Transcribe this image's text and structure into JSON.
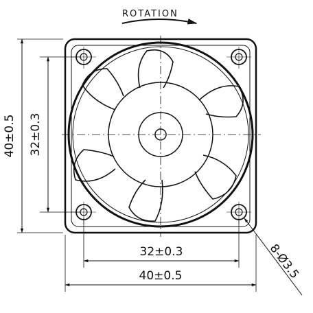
{
  "drawing": {
    "rotation_label": "ROTATION",
    "width_outer": "40±0.5",
    "width_hole_spacing": "32±0.3",
    "height_outer": "40±0.5",
    "height_hole_spacing": "32±0.3",
    "hole_callout": "8-Ø3.5"
  }
}
